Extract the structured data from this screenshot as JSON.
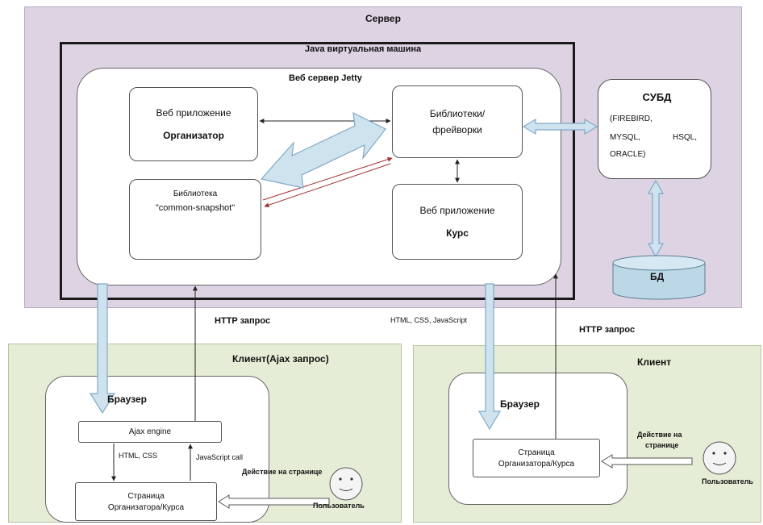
{
  "server": {
    "label": "Сервер"
  },
  "jvm": {
    "label": "Java виртуальная машина"
  },
  "jetty": {
    "label": "Веб сервер Jetty"
  },
  "organizer_app": {
    "line1": "Веб приложение",
    "line2": "Организатор"
  },
  "libraries": {
    "line1": "Библиотеки/",
    "line2": "фрейворки"
  },
  "common_snapshot": {
    "line1": "Библиотека",
    "line2": "\"common-snapshot\""
  },
  "course_app": {
    "line1": "Веб приложение",
    "line2": "Курс"
  },
  "dbms": {
    "title": "СУБД",
    "line1": "(FIREBIRD,",
    "line2a": "MYSQL,",
    "line2b": "HSQL,",
    "line3": "ORACLE)"
  },
  "db": {
    "label": "БД"
  },
  "http_request_left": "HTTP  запрос",
  "html_css_js": "HTML, CSS, JavaScript",
  "http_request_right": "HTTP  запрос",
  "client_ajax": {
    "title": "Клиент(Ajax запрос)",
    "browser": "Браузер",
    "ajax_engine": "Ajax engine",
    "html_css": "HTML, CSS",
    "js_call": "JavaScript call",
    "page_line1": "Страница",
    "page_line2": "Организатора/Курса",
    "action": "Действие на странице",
    "user": "Пользователь"
  },
  "client": {
    "title": "Клиент",
    "browser": "Браузер",
    "page_line1": "Страница",
    "page_line2": "Организатора/Курса",
    "action_line1": "Действие на",
    "action_line2": "странице",
    "user": "Пользователь"
  },
  "colors": {
    "server_bg": "#ddd3e3",
    "client_bg": "#e6edd7",
    "arrow_fill": "#cfe3ef",
    "arrow_stroke": "#7fa9c6",
    "db_fill": "#bcd8e6",
    "red_arrow": "#a33030"
  }
}
